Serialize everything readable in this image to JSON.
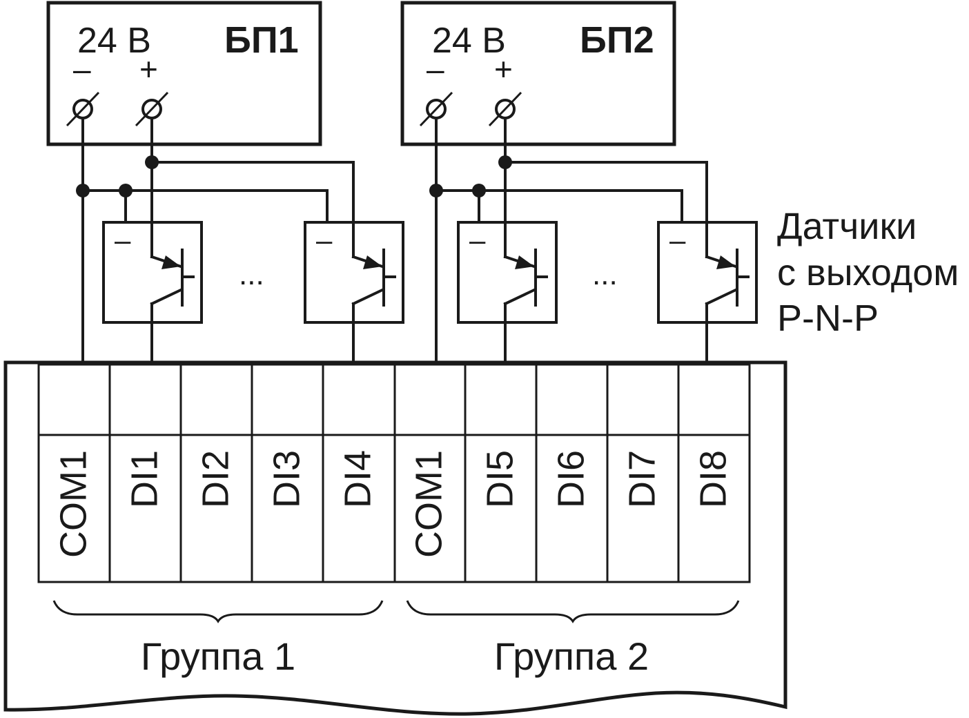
{
  "power_supplies": [
    {
      "name": "БП1",
      "voltage": "24 В",
      "minus": "–",
      "plus": "+"
    },
    {
      "name": "БП2",
      "voltage": "24 В",
      "minus": "–",
      "plus": "+"
    }
  ],
  "sensor": {
    "minus": "–",
    "ellipsis": "..."
  },
  "legend": {
    "line1": "Датчики",
    "line2": "с выходом",
    "line3": "P-N-P"
  },
  "terminals": [
    "COM1",
    "DI1",
    "DI2",
    "DI3",
    "DI4",
    "COM1",
    "DI5",
    "DI6",
    "DI7",
    "DI8"
  ],
  "groups": [
    {
      "label": "Группа 1"
    },
    {
      "label": "Группа 2"
    }
  ],
  "colors": {
    "ink": "#1a1a1a",
    "background": "#ffffff"
  }
}
